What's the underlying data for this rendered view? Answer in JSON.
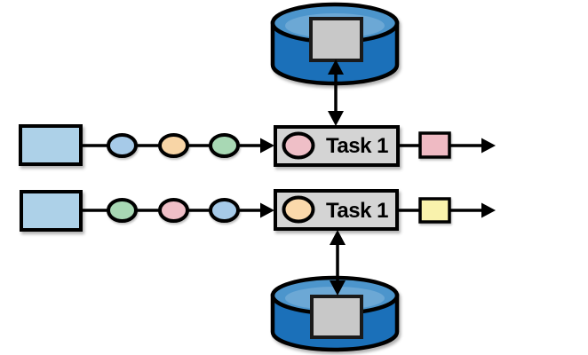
{
  "canvas": {
    "background": "#ffffff",
    "outline": "#000000"
  },
  "state_stores": [
    {
      "id": "top",
      "body_color": "#1b70b9",
      "lid_color": "#4c95cc",
      "record_square_color": "#c8c8c8"
    },
    {
      "id": "bottom",
      "body_color": "#1b70b9",
      "lid_color": "#4c95cc",
      "record_square_color": "#c8c8c8"
    }
  ],
  "pipelines": [
    {
      "source_color": "#add1e8",
      "events": [
        "#a6cae8",
        "#f8d5a6",
        "#a8d8b4"
      ],
      "task": {
        "label": "Task 1",
        "box_color": "#d4d4d4",
        "state_color": "#efbfc7"
      },
      "output_color": "#efbac3"
    },
    {
      "source_color": "#add1e8",
      "events": [
        "#a8d8b4",
        "#efbfc7",
        "#a6cae8"
      ],
      "task": {
        "label": "Task 1",
        "box_color": "#d4d4d4",
        "state_color": "#fbd9ab"
      },
      "output_color": "#f9f2ac"
    }
  ]
}
